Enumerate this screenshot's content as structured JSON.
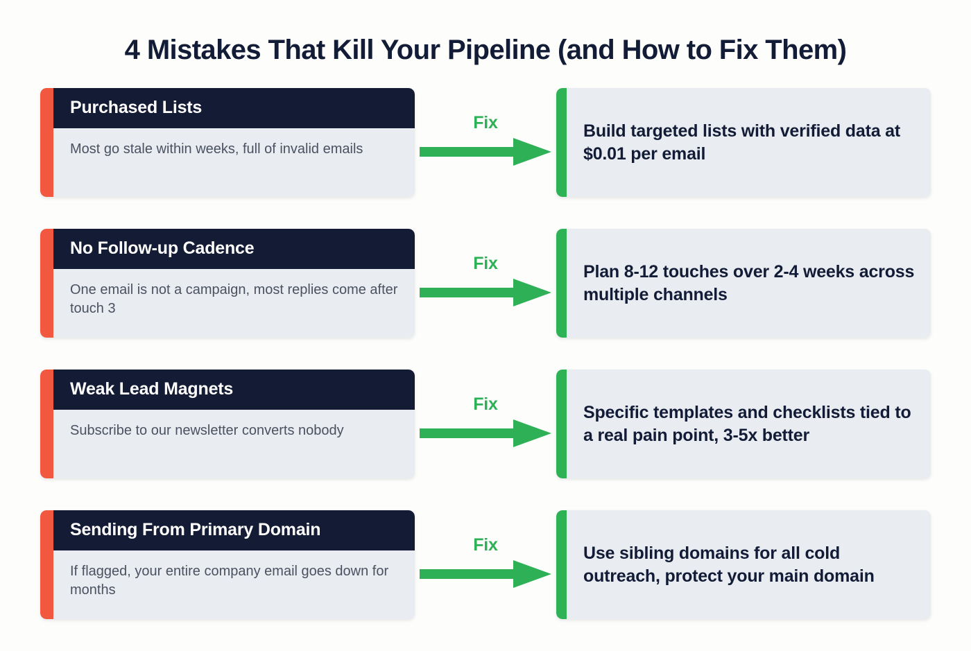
{
  "title": "4 Mistakes That Kill Your Pipeline (and How to Fix Them)",
  "fix_label": "Fix",
  "colors": {
    "page_background": "#fdfdfb",
    "mistake_accent": "#f2573f",
    "mistake_header_bg": "#141b34",
    "card_body_bg": "#e9ecf1",
    "solution_accent": "#2db255",
    "fix_green": "#2eb057",
    "title_navy": "#131c36",
    "body_text_gray": "#4a5160"
  },
  "rows": [
    {
      "mistake_title": "Purchased Lists",
      "mistake_desc": "Most go stale within weeks, full of invalid emails",
      "fix_label": "Fix",
      "solution": "Build targeted lists with verified data at $0.01 per email"
    },
    {
      "mistake_title": "No Follow-up Cadence",
      "mistake_desc": "One email is not a campaign, most replies come after touch 3",
      "fix_label": "Fix",
      "solution": "Plan 8-12 touches over 2-4 weeks across multiple channels"
    },
    {
      "mistake_title": "Weak Lead Magnets",
      "mistake_desc": "Subscribe to our newsletter converts nobody",
      "fix_label": "Fix",
      "solution": "Specific templates and checklists tied to a real pain point, 3-5x better"
    },
    {
      "mistake_title": "Sending From Primary Domain",
      "mistake_desc": "If flagged, your entire company email goes down for months",
      "fix_label": "Fix",
      "solution": "Use sibling domains for all cold outreach, protect your main domain"
    }
  ]
}
